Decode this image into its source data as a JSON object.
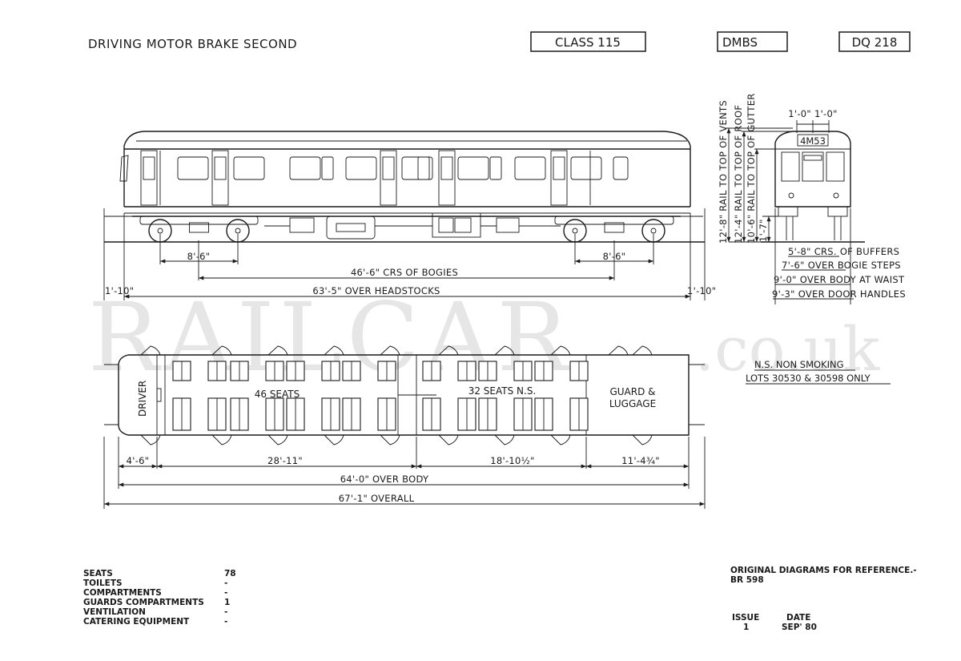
{
  "header": {
    "title": "DRIVING MOTOR BRAKE SECOND",
    "class_label": "CLASS 115",
    "type_code": "DMBS",
    "diagram_ref": "DQ 218"
  },
  "watermark": {
    "main": "RAILCAR",
    "suffix": ".co.uk"
  },
  "side_view": {
    "bogie_wheelbase_left": "8'-6\"",
    "bogie_wheelbase_right": "8'-6\"",
    "bogie_centres": "46'-6\" CRS OF BOGIES",
    "over_headstocks": "63'-5\" OVER HEADSTOCKS",
    "buffer_left": "1'-10\"",
    "buffer_right": "1'-10\""
  },
  "end_view": {
    "headcode": "4M53",
    "top_dim": "1'-0\" 1'-0\"",
    "height_vents": "12'-8\" RAIL TO TOP OF VENTS",
    "height_roof": "12'-4\" RAIL TO TOP OF ROOF",
    "height_gutter": "10'-6\" RAIL TO TOP OF GUTTER",
    "height_small": "1'-7\"",
    "buffers": "5'-8\" CRS. OF BUFFERS",
    "bogie_steps": "7'-6\" OVER BOGIE STEPS",
    "body_waist": "9'-0\" OVER BODY AT WAIST",
    "door_handles": "9'-3\" OVER DOOR HANDLES"
  },
  "plan_view": {
    "driver": "DRIVER",
    "seats_main": "46 SEATS",
    "seats_ns": "32 SEATS N.S.",
    "guard_line1": "GUARD &",
    "guard_line2": "LUGGAGE",
    "dim_cab": "4'-6\"",
    "dim_saloon1": "28'-11\"",
    "dim_saloon2": "18'-10½\"",
    "dim_guard": "11'-4¾\"",
    "over_body": "64'-0\" OVER BODY",
    "overall": "67'-1\" OVERALL"
  },
  "notes": {
    "line1": "N.S. NON SMOKING",
    "line2": "LOTS 30530 & 30598 ONLY"
  },
  "specs": [
    {
      "label": "SEATS",
      "value": "78"
    },
    {
      "label": "TOILETS",
      "value": "-"
    },
    {
      "label": "COMPARTMENTS",
      "value": "-"
    },
    {
      "label": "GUARDS COMPARTMENTS",
      "value": "1"
    },
    {
      "label": "VENTILATION",
      "value": "-"
    },
    {
      "label": "CATERING EQUIPMENT",
      "value": "-"
    }
  ],
  "reference": {
    "line1": "ORIGINAL DIAGRAMS FOR REFERENCE.-",
    "line2": "BR 598"
  },
  "issue": {
    "issue_label": "ISSUE",
    "issue_value": "1",
    "date_label": "DATE",
    "date_value": "SEP' 80"
  }
}
